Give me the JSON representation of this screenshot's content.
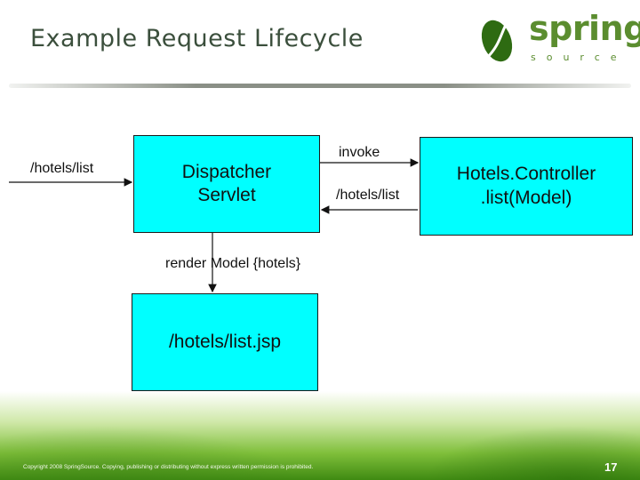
{
  "slide": {
    "title": "Example Request Lifecycle",
    "copyright": "Copyright 2008 SpringSource. Copying, publishing or distributing without express written permission is prohibited.",
    "page_number": "17"
  },
  "logo": {
    "word": "spring",
    "sub": "source",
    "colors": {
      "brand_green": "#5b8d2f",
      "leaf_dark": "#2e6b12"
    }
  },
  "diagram": {
    "box_color": "#00ffff",
    "nodes": {
      "dispatcher": "Dispatcher\nServlet",
      "controller": "Hotels.Controller\n.list(Model)",
      "view": "/hotels/list.jsp"
    },
    "edges": {
      "request": "/hotels/list",
      "invoke": "invoke",
      "return": "/hotels/list",
      "render": "render Model {hotels}"
    }
  }
}
